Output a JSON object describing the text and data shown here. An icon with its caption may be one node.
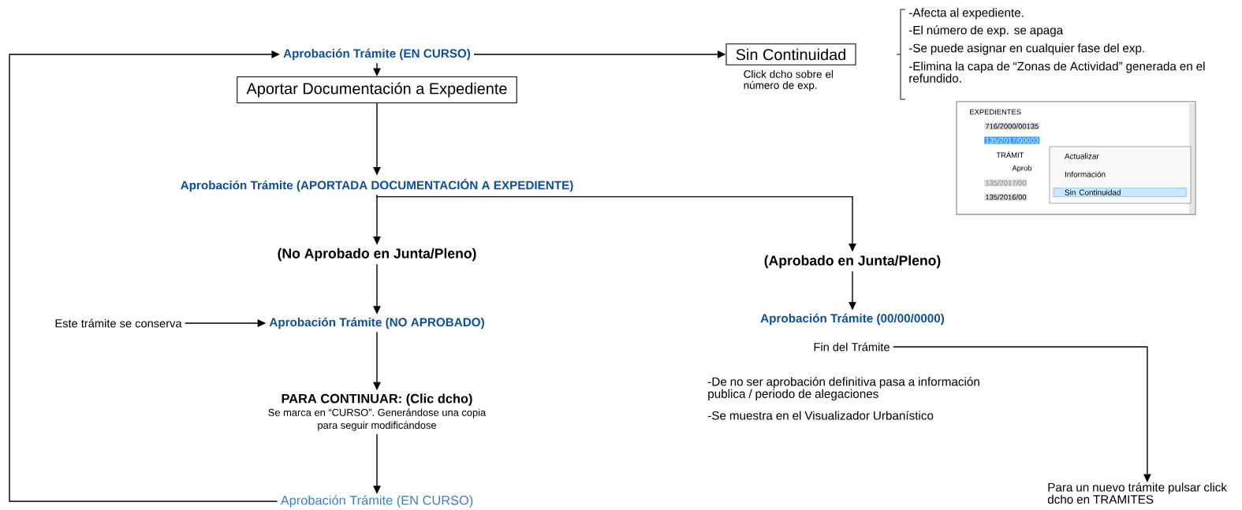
{
  "diagram": {
    "nodes": [
      {
        "text": [
          "Aprobación Trámite (EN CURSO)"
        ]
      },
      {
        "text": [
          "Sin Continuidad"
        ],
        "beside": [
          "Click dcho sobre el número de exp."
        ]
      },
      {
        "text": [
          "Aportar Documentación a Expediente"
        ]
      },
      {
        "text": [
          "Aprobación Trámite (APORTADA DOCUMENTACIÓN A EXPEDIENTE)"
        ]
      },
      {
        "text": [
          "(No Aprobado en Junta/Pleno)"
        ]
      },
      {
        "text": [
          "(Aprobado en Junta/Pleno)"
        ]
      },
      {
        "text": [
          "Este trámite se conserva"
        ]
      },
      {
        "text": [
          "Aprobación Trámite (NO APROBADO)"
        ]
      },
      {
        "text": [
          "Aprobación Trámite (00/00/0000)"
        ]
      },
      {
        "text": [
          "Fin del Trámite"
        ]
      },
      {
        "text": [
          "PARA CONTINUAR: (Clic dcho)",
          "Se marca en “CURSO”. Generándose una copia para seguir modificándose"
        ]
      },
      {
        "text": [
          "Aprobación Trámite (EN CURSO)"
        ]
      },
      {
        "text": [
          "Para un nuevo trámite pulsar click dcho en TRAMITES"
        ]
      }
    ],
    "edges": [
      {
        "from": 0,
        "to": 2,
        "arrow": "to"
      },
      {
        "from": 0,
        "to": 1,
        "arrow": "to"
      },
      {
        "from": 2,
        "to": 3,
        "arrow": "to"
      },
      {
        "from": 3,
        "to": 4,
        "arrow": "to"
      },
      {
        "from": 3,
        "to": 5,
        "arrow": "to"
      },
      {
        "from": 4,
        "to": 7,
        "arrow": "to"
      },
      {
        "from": 6,
        "to": 7,
        "arrow": "to"
      },
      {
        "from": 5,
        "to": 8,
        "arrow": "to"
      },
      {
        "from": 7,
        "to": 10,
        "arrow": "to"
      },
      {
        "from": 10,
        "to": 11,
        "arrow": "to"
      },
      {
        "from": 9,
        "to": 12,
        "arrow": "to"
      },
      {
        "from": 11,
        "to": 0,
        "arrow": "to"
      }
    ],
    "labels": [
      "-Afecta al expediente.",
      "-El número de exp. se apaga",
      "-Se puede asignar en cualquier fase del exp.",
      "-Elimina la capa de “Zonas de Actividad” generada en el refundido.",
      "EXPEDIENTES",
      "716/2000/00135",
      "135/2017/00003",
      "TRÁMIT",
      "Aprob",
      "135/2017/00",
      "135/2016/00",
      "Actualizar",
      "Información",
      "Sin Continuidad",
      "-De no ser aprobación definitiva pasa a información publica / periodo de alegaciones",
      "-Se muestra en el Visualizador Urbanístico"
    ]
  }
}
